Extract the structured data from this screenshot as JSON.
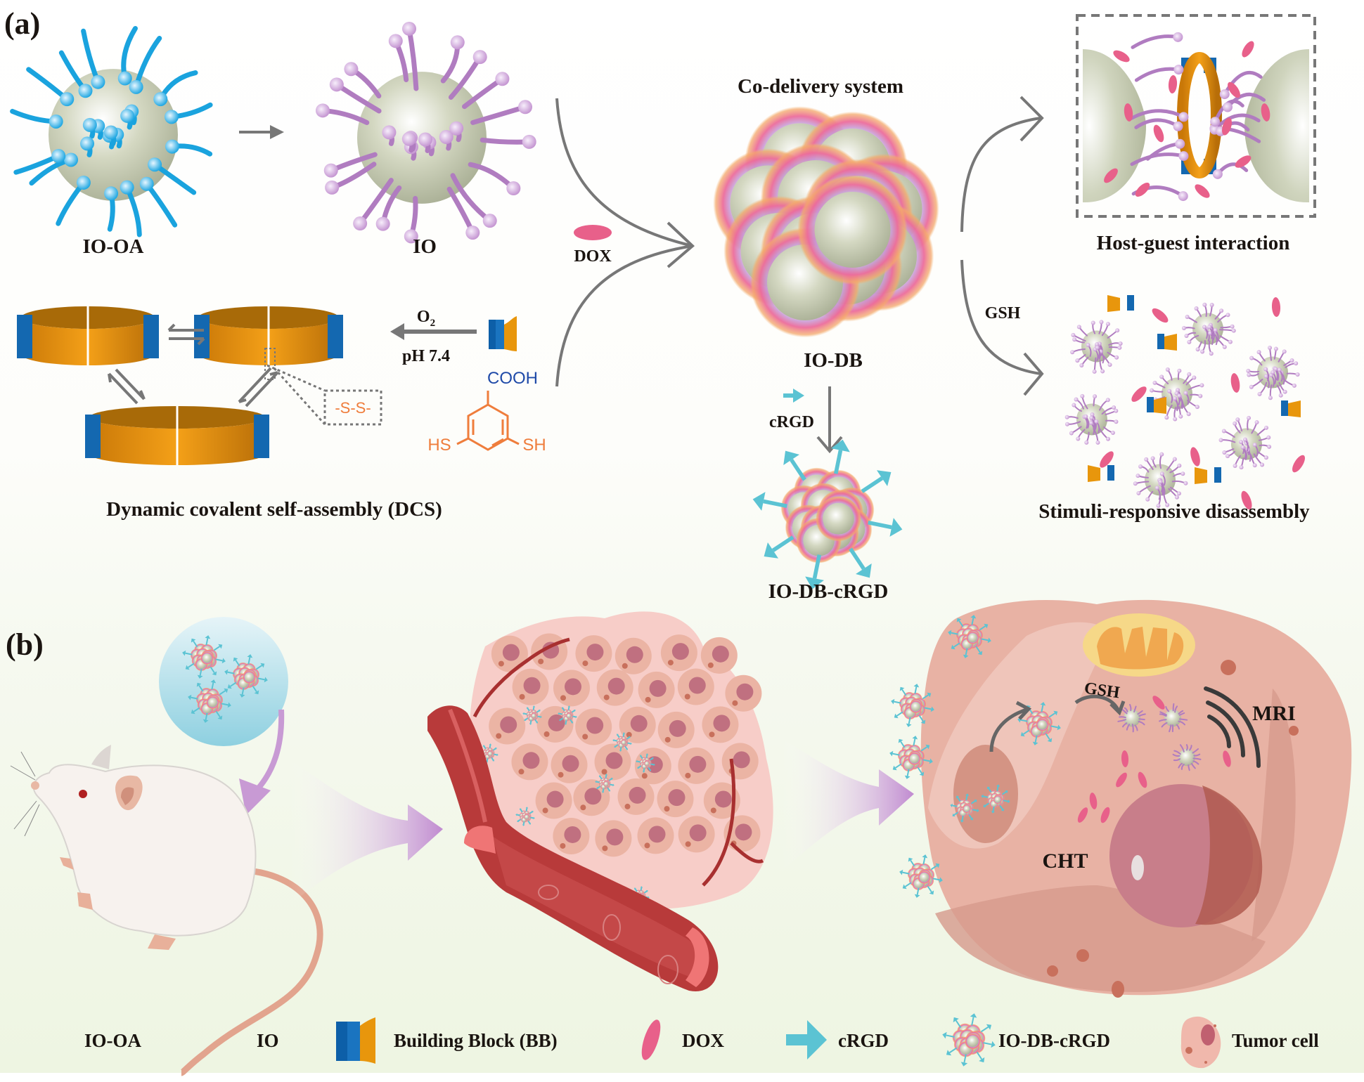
{
  "figure": {
    "panel_a_label": "(a)",
    "panel_b_label": "(b)"
  },
  "panel_a": {
    "io_oa_label": "IO-OA",
    "io_label": "IO",
    "dox_label": "DOX",
    "co_delivery_title": "Co-delivery system",
    "io_db_label": "IO-DB",
    "crgd_label": "cRGD",
    "io_db_crgd_label": "IO-DB-cRGD",
    "host_guest_label": "Host-guest interaction",
    "gsh_label": "GSH",
    "disassembly_label": "Stimuli-responsive disassembly",
    "dcs_label": "Dynamic covalent self-assembly (DCS)",
    "reaction": {
      "oxidant_main": "O",
      "oxidant_sub": "2",
      "condition": "pH 7.4"
    },
    "disulfide_label": "-S-S-",
    "molecule": {
      "top_group": "COOH",
      "left_group": "HS",
      "right_group": "SH"
    }
  },
  "panel_b": {
    "gsh_label": "GSH",
    "mri_label": "MRI",
    "cht_label": "CHT"
  },
  "legend": [
    {
      "icon": "io-oa-particle-icon",
      "label": "IO-OA"
    },
    {
      "icon": "io-particle-icon",
      "label": "IO"
    },
    {
      "icon": "building-block-icon",
      "label": "Building Block (BB)"
    },
    {
      "icon": "dox-icon",
      "label": "DOX"
    },
    {
      "icon": "crgd-arrow-icon",
      "label": "cRGD"
    },
    {
      "icon": "io-db-crgd-icon",
      "label": "IO-DB-cRGD"
    },
    {
      "icon": "tumor-cell-icon",
      "label": "Tumor cell"
    }
  ],
  "colors": {
    "oleic_acid_chain": "#1aa3de",
    "ligand_chain": "#b07cc0",
    "ligand_head": "#d8b8e0",
    "particle_core": "#c8ccb4",
    "dox": "#e8608a",
    "crgd": "#5bc3d3",
    "bb_blue": "#1468b0",
    "bb_orange": "#e8960c",
    "arrow_gray": "#777777",
    "molecule_orange": "#ef7d3c",
    "molecule_blue": "#1f4aa8",
    "vessel_red": "#b83a3a",
    "tumor_pink": "#f5c8c2",
    "cell_body": "#e8b4a6",
    "nucleus": "#c87e8a",
    "mitochondrion": "#f0a850",
    "background_lower": "#f0f6e6"
  }
}
